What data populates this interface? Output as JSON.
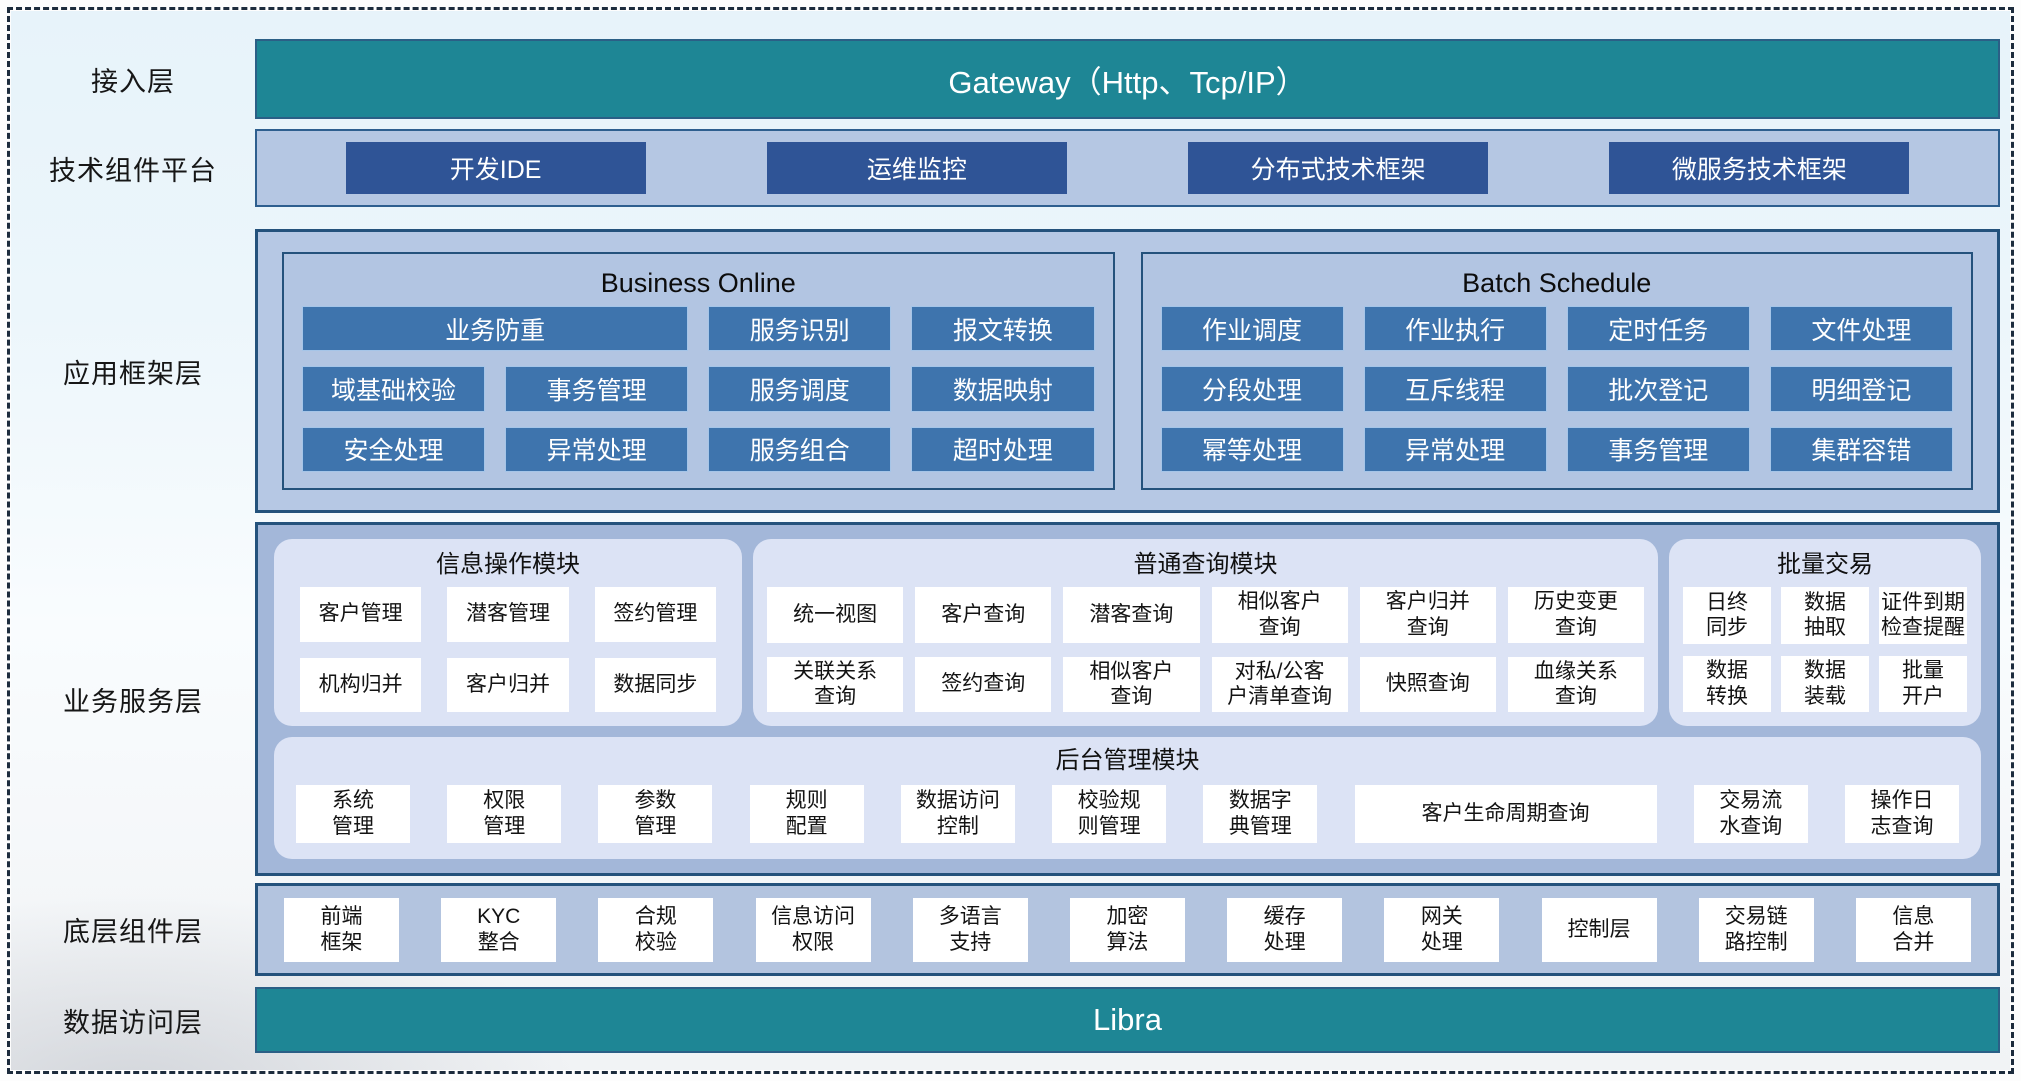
{
  "colors": {
    "teal": "#1e8695",
    "navy_chip": "#2f5496",
    "steel_chip": "#3e74ad",
    "container_light": "#b6c8e4",
    "container_mid": "#a3b7d9",
    "module_panel": "#dce3f5",
    "dark_border": "#24527c"
  },
  "access": {
    "label": "接入层",
    "gateway": "Gateway（Http、Tcp/IP）"
  },
  "tech": {
    "label": "技术组件平台",
    "items": [
      "开发IDE",
      "运维监控",
      "分布式技术框架",
      "微服务技术框架"
    ]
  },
  "app": {
    "label": "应用框架层",
    "online": {
      "title": "Business Online",
      "items": [
        "业务防重",
        "服务识别",
        "报文转换",
        "域基础校验",
        "事务管理",
        "服务调度",
        "数据映射",
        "安全处理",
        "异常处理",
        "服务组合",
        "超时处理"
      ]
    },
    "batch": {
      "title": "Batch Schedule",
      "items": [
        "作业调度",
        "作业执行",
        "定时任务",
        "文件处理",
        "分段处理",
        "互斥线程",
        "批次登记",
        "明细登记",
        "幂等处理",
        "异常处理",
        "事务管理",
        "集群容错"
      ]
    }
  },
  "biz": {
    "label": "业务服务层",
    "info": {
      "title": "信息操作模块",
      "items": [
        "客户管理",
        "潜客管理",
        "签约管理",
        "机构归并",
        "客户归并",
        "数据同步"
      ]
    },
    "query": {
      "title": "普通查询模块",
      "items": [
        "统一视图",
        "客户查询",
        "潜客查询",
        "相似客户\n查询",
        "客户归并\n查询",
        "历史变更\n查询",
        "关联关系\n查询",
        "签约查询",
        "相似客户\n查询",
        "对私/公客\n户清单查询",
        "快照查询",
        "血缘关系\n查询"
      ]
    },
    "trade": {
      "title": "批量交易",
      "items": [
        "日终\n同步",
        "数据\n抽取",
        "证件到期\n检查提醒",
        "数据\n转换",
        "数据\n装载",
        "批量\n开户"
      ]
    },
    "admin": {
      "title": "后台管理模块",
      "items": [
        "系统\n管理",
        "权限\n管理",
        "参数\n管理",
        "规则\n配置",
        "数据访问\n控制",
        "校验规\n则管理",
        "数据字\n典管理",
        "客户生命周期查询",
        "交易流\n水查询",
        "操作日\n志查询"
      ]
    }
  },
  "base": {
    "label": "底层组件层",
    "items": [
      "前端\n框架",
      "KYC\n整合",
      "合规\n校验",
      "信息访问\n权限",
      "多语言\n支持",
      "加密\n算法",
      "缓存\n处理",
      "网关\n处理",
      "控制层",
      "交易链\n路控制",
      "信息\n合并"
    ]
  },
  "dal": {
    "label": "数据访问层",
    "bar": "Libra"
  }
}
